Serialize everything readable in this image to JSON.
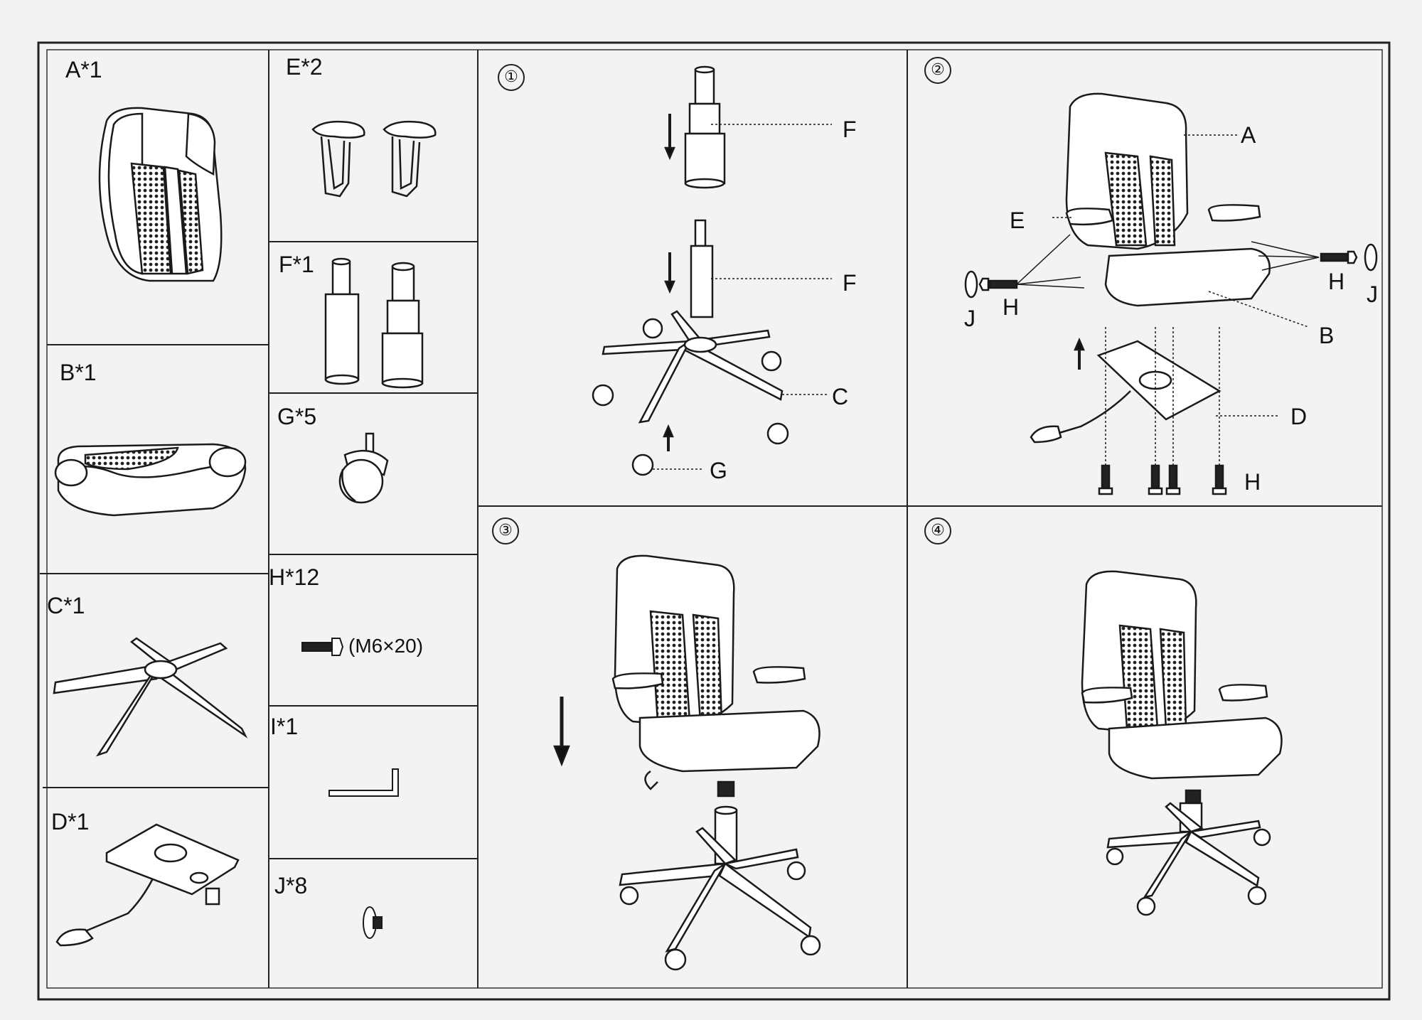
{
  "parts": [
    {
      "id": "A",
      "label": "A*1"
    },
    {
      "id": "B",
      "label": "B*1"
    },
    {
      "id": "C",
      "label": "C*1"
    },
    {
      "id": "D",
      "label": "D*1"
    },
    {
      "id": "E",
      "label": "E*2"
    },
    {
      "id": "F",
      "label": "F*1"
    },
    {
      "id": "G",
      "label": "G*5"
    },
    {
      "id": "H",
      "label": "H*12",
      "spec": "(M6×20)"
    },
    {
      "id": "I",
      "label": "I*1"
    },
    {
      "id": "J",
      "label": "J*8"
    }
  ],
  "steps": [
    {
      "number": "①",
      "callouts": [
        "F",
        "F",
        "C",
        "G"
      ]
    },
    {
      "number": "②",
      "callouts": [
        "A",
        "E",
        "H",
        "H",
        "J",
        "J",
        "B",
        "D",
        "H"
      ]
    },
    {
      "number": "③"
    },
    {
      "number": "④"
    }
  ],
  "colors": {
    "line": "#1a1a1a",
    "paper": "#f3f3f3",
    "mesh": "#2a2a2a"
  }
}
